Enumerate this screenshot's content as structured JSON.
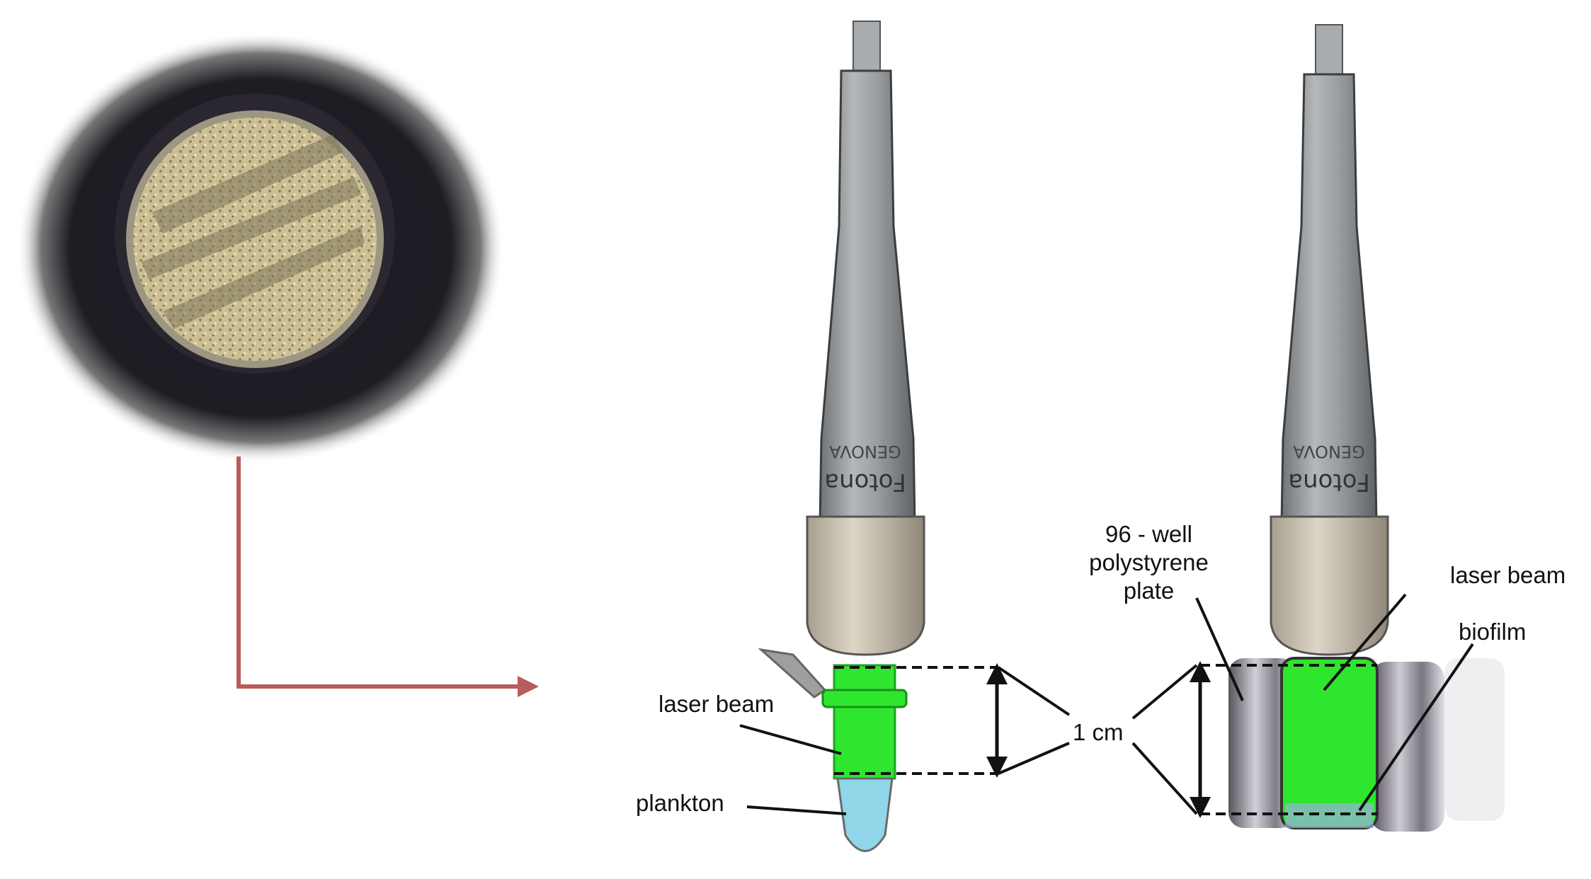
{
  "labels": {
    "laser_beam_left": "laser beam",
    "plankton": "plankton",
    "one_cm": "1 cm",
    "plate_line1": "96 - well",
    "plate_line2": "polystyrene",
    "plate_line3": "plate",
    "laser_beam_right": "laser beam",
    "biofilm": "biofilm"
  },
  "handpiece": {
    "brand": "Fotona",
    "model": "GENOVA"
  },
  "colors": {
    "arrow": "#b85c5c",
    "laser_green": "#2ee62e",
    "plankton_blue": "#8fd6e8",
    "handpiece_gray": "#8e9295",
    "tip_beige": "#c9c2b2",
    "plate_dark": "#2a2630"
  }
}
